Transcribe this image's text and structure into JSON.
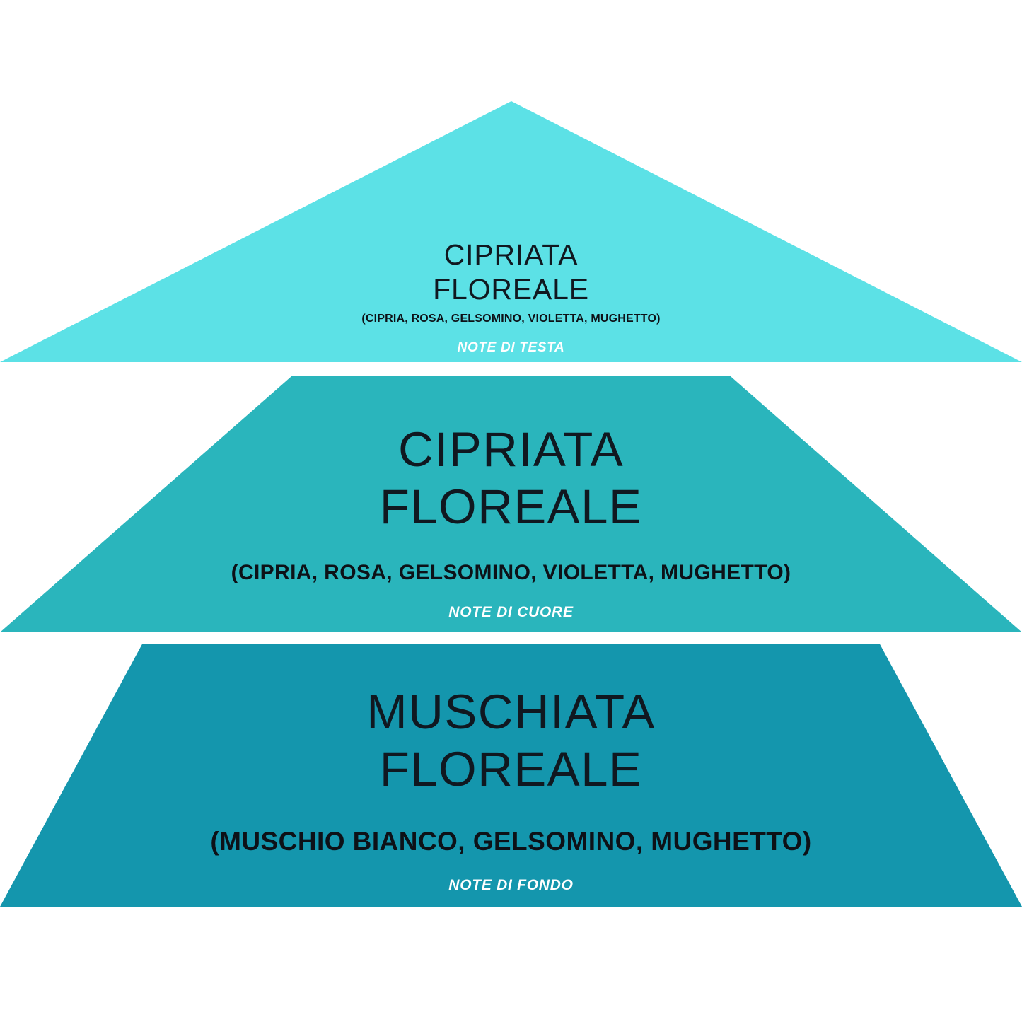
{
  "diagram": {
    "kind": "olfactory-pyramid",
    "background_color": "#FFFFFF",
    "levels": [
      {
        "id": "note-di-testa",
        "title": "CIPRIATA\nFLOREALE",
        "ingredients": "(CIPRIA, ROSA, GELSOMINO, VIOLETTA, MUGHETTO)",
        "note_label": "NOTE DI TESTA",
        "color": "#5CE1E6",
        "title_color": "#101820",
        "ingredients_color": "#0D1117",
        "note_label_color": "#FFFFFF"
      },
      {
        "id": "note-di-cuore",
        "title": "CIPRIATA\nFLOREALE",
        "ingredients": "(CIPRIA, ROSA, GELSOMINO, VIOLETTA, MUGHETTO)",
        "note_label": "NOTE DI CUORE",
        "color": "#2AB5BC",
        "title_color": "#101820",
        "ingredients_color": "#0D1117",
        "note_label_color": "#FFFFFF"
      },
      {
        "id": "note-di-fondo",
        "title": "MUSCHIATA\nFLOREALE",
        "ingredients": "(MUSCHIO BIANCO, GELSOMINO, MUGHETTO)",
        "note_label": "NOTE DI FONDO",
        "color": "#1496AD",
        "title_color": "#101820",
        "ingredients_color": "#0D1117",
        "note_label_color": "#FFFFFF"
      }
    ]
  },
  "chart_data": {
    "type": "pyramid",
    "title": "",
    "categories": [
      "NOTE DI TESTA",
      "NOTE DI CUORE",
      "NOTE DI FONDO"
    ],
    "labels": [
      "CIPRIATA FLOREALE",
      "CIPRIATA FLOREALE",
      "MUSCHIATA FLOREALE"
    ],
    "details": [
      "(CIPRIA, ROSA, GELSOMINO, VIOLETTA, MUGHETTO)",
      "(CIPRIA, ROSA, GELSOMINO, VIOLETTA, MUGHETTO)",
      "(MUSCHIO BIANCO, GELSOMINO, MUGHETTO)"
    ],
    "colors": [
      "#5CE1E6",
      "#2AB5BC",
      "#1496AD"
    ],
    "legend": "none",
    "grid": false
  }
}
